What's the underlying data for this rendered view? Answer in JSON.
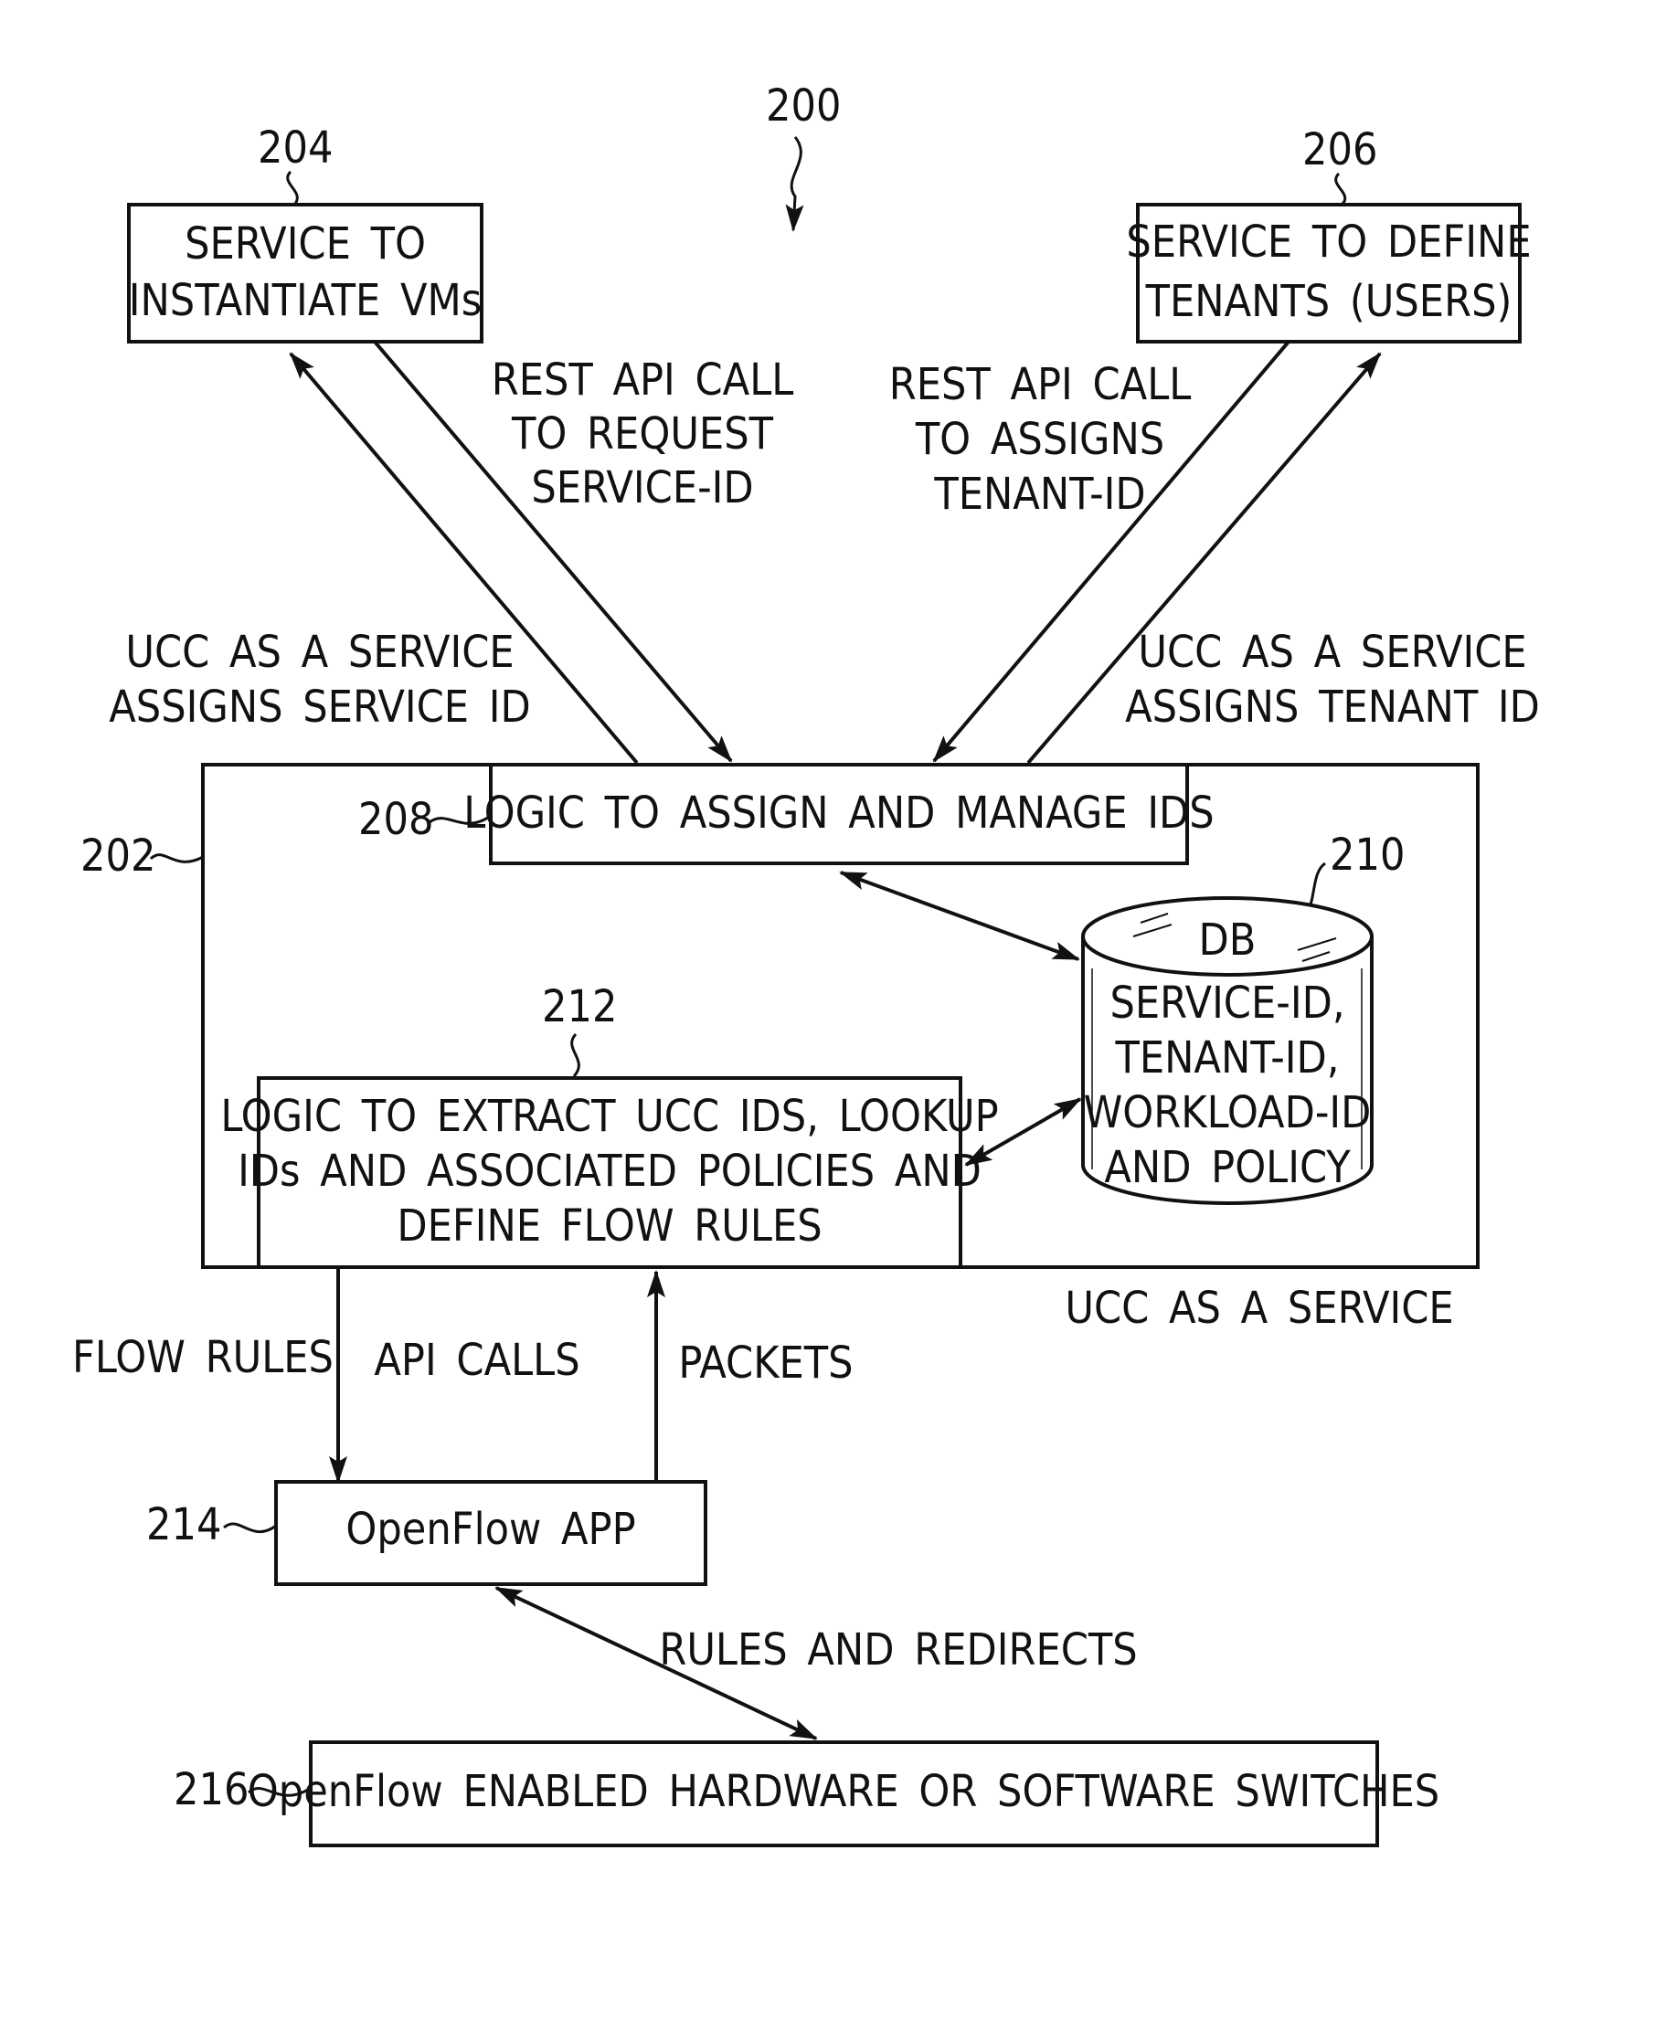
{
  "figure": {
    "ref_200": "200",
    "box_204": {
      "ref": "204",
      "lines": [
        "SERVICE TO",
        "INSTANTIATE VMs"
      ]
    },
    "box_206": {
      "ref": "206",
      "lines": [
        "SERVICE TO DEFINE",
        "TENANTS (USERS)"
      ]
    },
    "label_rest_service": [
      "REST API CALL",
      "TO REQUEST",
      "SERVICE-ID"
    ],
    "label_rest_tenant": [
      "REST API CALL",
      "TO ASSIGNS",
      "TENANT-ID"
    ],
    "label_ucc_service_id": [
      "UCC AS A SERVICE",
      "ASSIGNS SERVICE ID"
    ],
    "label_ucc_tenant_id": [
      "UCC AS A SERVICE",
      "ASSIGNS TENANT ID"
    ],
    "outer_box": {
      "ref": "202",
      "caption": "UCC AS A SERVICE"
    },
    "box_208": {
      "ref": "208",
      "text": "LOGIC TO ASSIGN AND MANAGE IDS"
    },
    "db_210": {
      "ref": "210",
      "title": "DB",
      "lines": [
        "SERVICE-ID,",
        "TENANT-ID,",
        "WORKLOAD-ID",
        "AND POLICY"
      ]
    },
    "box_212": {
      "ref": "212",
      "lines": [
        "LOGIC TO EXTRACT UCC IDS, LOOKUP",
        "IDs AND ASSOCIATED POLICIES AND",
        "DEFINE FLOW RULES"
      ]
    },
    "label_flow_rules": "FLOW RULES",
    "label_api_calls": "API CALLS",
    "label_packets": "PACKETS",
    "box_214": {
      "ref": "214",
      "text": "OpenFlow APP"
    },
    "label_rules_redirects": "RULES AND REDIRECTS",
    "box_216": {
      "ref": "216",
      "text": "OpenFlow ENABLED HARDWARE OR SOFTWARE SWITCHES"
    }
  }
}
